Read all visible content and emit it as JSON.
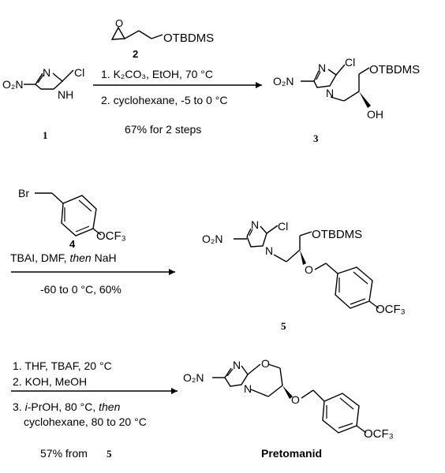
{
  "atoms": {
    "cl": "Cl",
    "n": "N",
    "nh": "NH",
    "o": "O",
    "oh": "OH",
    "br": "Br",
    "otbdms": "OTBDMS",
    "o2n": "O₂N",
    "ocf3": "OCF₃"
  },
  "compounds": {
    "c1": "1",
    "c2": "2",
    "c3": "3",
    "c4": "4",
    "c5": "5",
    "final": "Pretomanid"
  },
  "step1": {
    "line1": "1. K₂CO₃, EtOH, 70 °C",
    "line2": "2. cyclohexane, -5 to 0 °C",
    "yield": "67% for 2 steps"
  },
  "step2": {
    "reagents": "TBAI, DMF, then NaH",
    "reagents_pre": "TBAI, DMF, ",
    "reagents_italic": "then",
    "reagents_post": " NaH",
    "conditions": "-60 to 0 °C, 60%"
  },
  "step3": {
    "line1": "1. THF, TBAF, 20 °C",
    "line2": "2. KOH, MeOH",
    "line3": "3. i-PrOH, 80 °C, then",
    "line3_num": "3. ",
    "line3_italic1": "i",
    "line3_mid": "-PrOH, 80 °C, ",
    "line3_italic2": "then",
    "line4": "cyclohexane, 80 to 20 °C",
    "yield": "57% from",
    "yield_ref": "5"
  }
}
